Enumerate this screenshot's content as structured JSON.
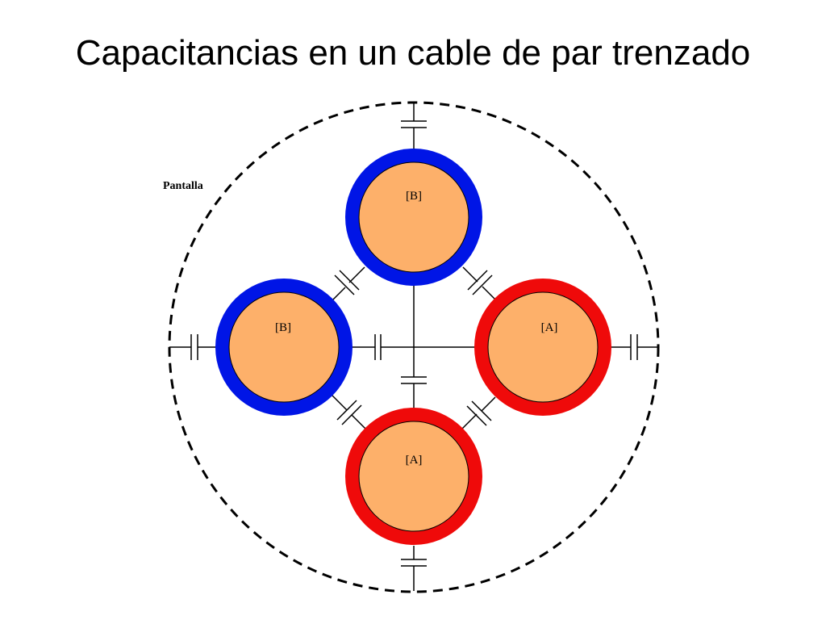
{
  "title": "Capacitancias en un cable de par trenzado",
  "shield": {
    "label": "Pantalla",
    "stroke": "#000000"
  },
  "conductors": [
    {
      "id": "top",
      "label": "[B]",
      "insulation_color": "#0015e6",
      "core_color": "#fdb06a"
    },
    {
      "id": "left",
      "label": "[B]",
      "insulation_color": "#0015e6",
      "core_color": "#fdb06a"
    },
    {
      "id": "right",
      "label": "[A]",
      "insulation_color": "#ef0a0a",
      "core_color": "#fdb06a"
    },
    {
      "id": "bottom",
      "label": "[A]",
      "insulation_color": "#ef0a0a",
      "core_color": "#fdb06a"
    }
  ]
}
